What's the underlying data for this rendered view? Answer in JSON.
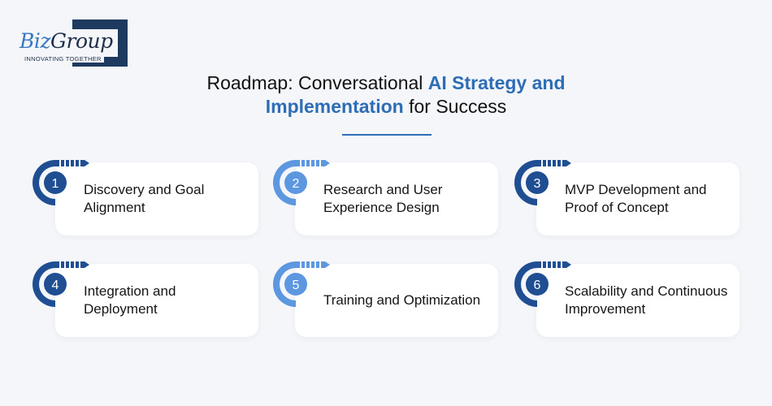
{
  "logo": {
    "wordmark_part1": "Biz",
    "wordmark_part2": "Group",
    "tagline": "INNOVATING TOGETHER"
  },
  "title": {
    "part1": "Roadmap: Conversational ",
    "highlight1": "AI Strategy and",
    "highlight2": "Implementation",
    "part2": " for Success"
  },
  "colors": {
    "background": "#f4f6f9",
    "dark_blue": "#1f4e93",
    "light_blue": "#5c97e0",
    "accent": "#2d6db5",
    "card": "#ffffff"
  },
  "steps": [
    {
      "number": "1",
      "label": "Discovery and Goal Alignment",
      "badge_color": "dark"
    },
    {
      "number": "2",
      "label": "Research and User Experience Design",
      "badge_color": "light"
    },
    {
      "number": "3",
      "label": "MVP Development and Proof of Concept",
      "badge_color": "dark"
    },
    {
      "number": "4",
      "label": "Integration and Deployment",
      "badge_color": "dark"
    },
    {
      "number": "5",
      "label": "Training and Optimization",
      "badge_color": "light"
    },
    {
      "number": "6",
      "label": "Scalability and Continuous Improvement",
      "badge_color": "dark"
    }
  ]
}
